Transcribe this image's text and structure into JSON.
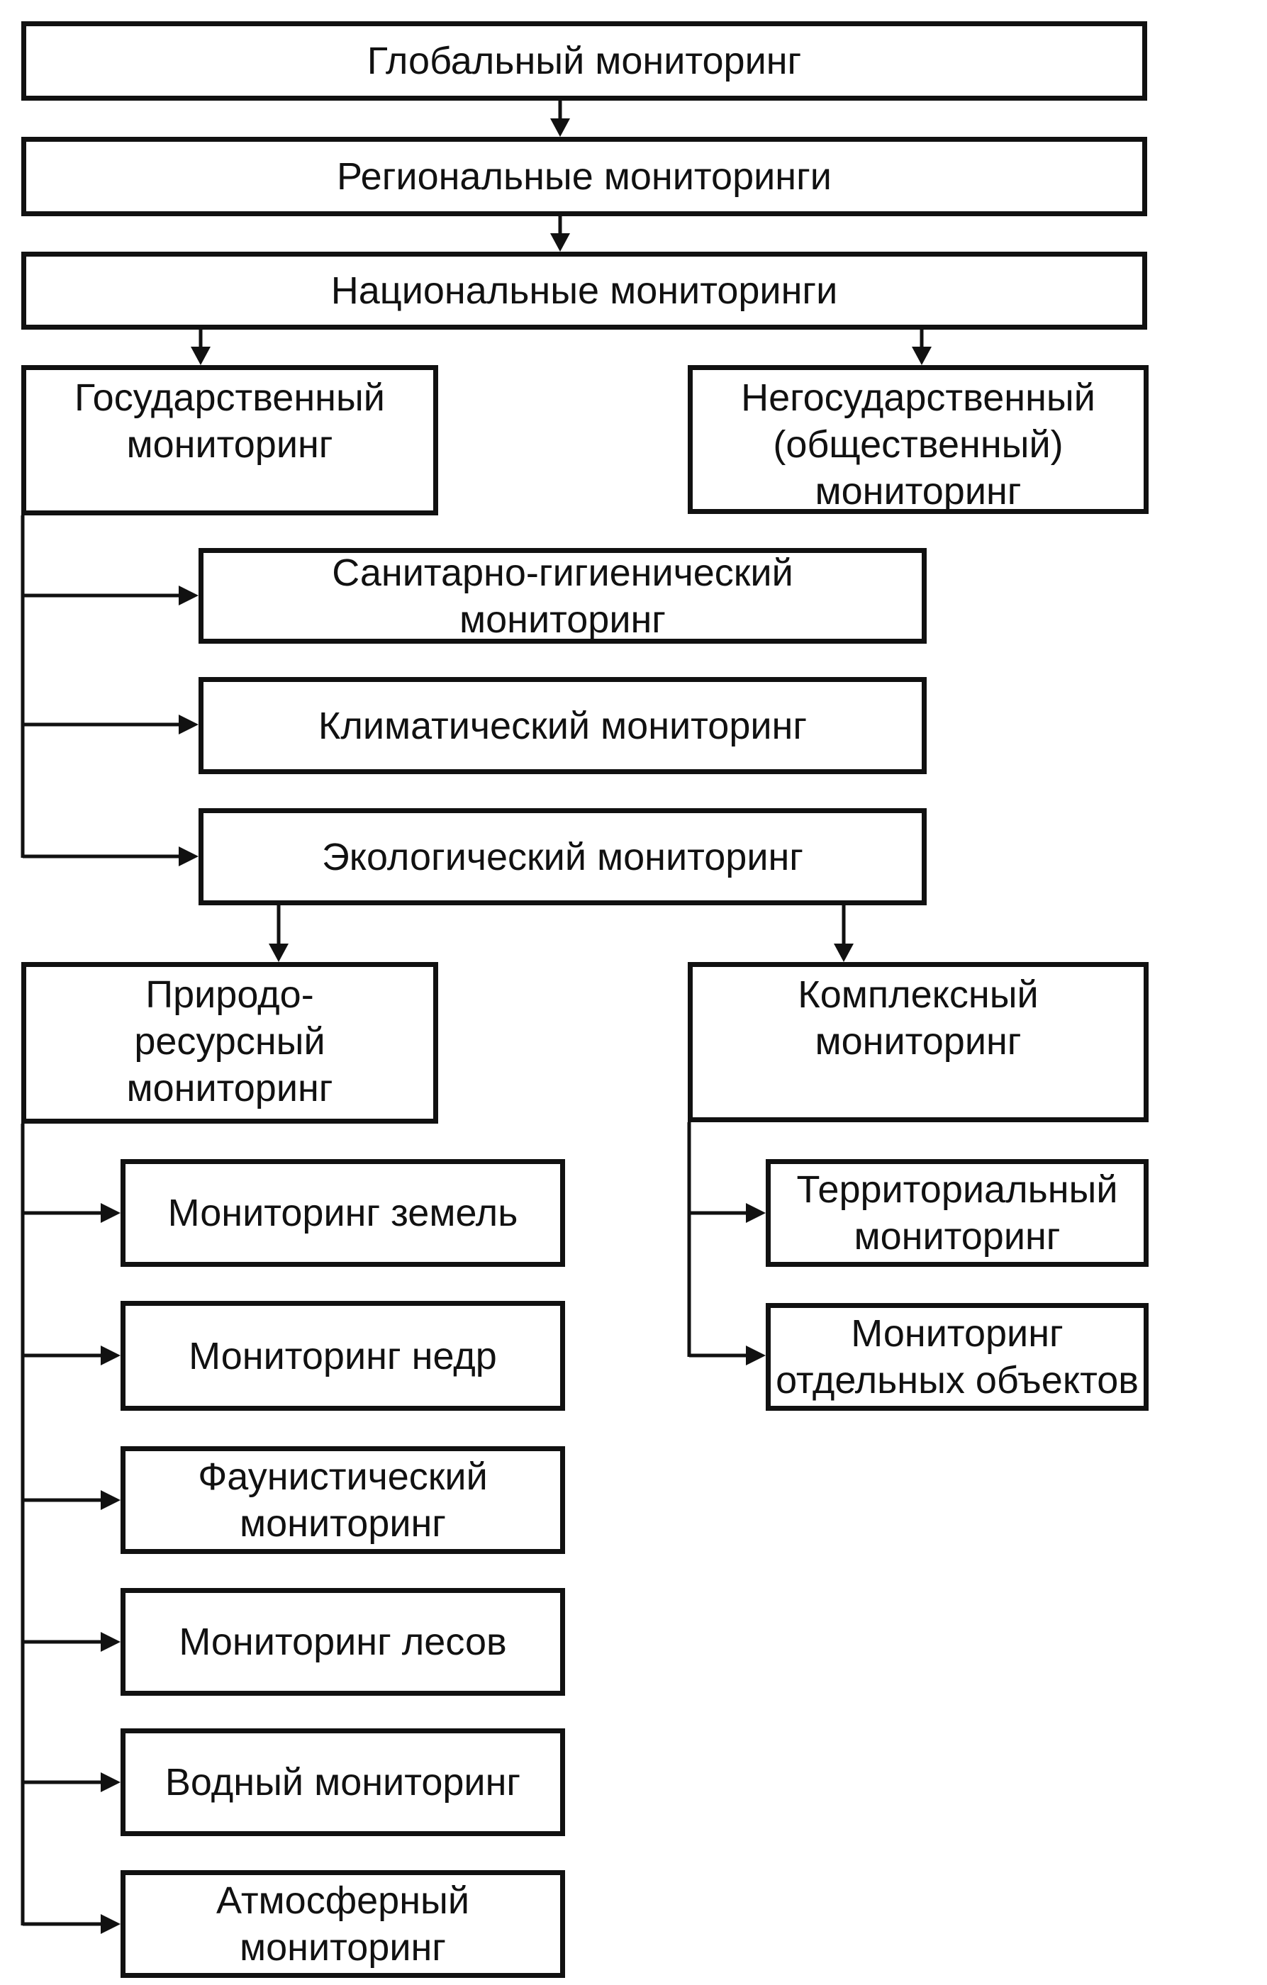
{
  "nodes": {
    "global": "Глобальный мониторинг",
    "regional": "Региональные мониторинги",
    "national": "Национальные мониторинги",
    "state": "Государственный\nмониторинг",
    "nonstate": "Негосударственный\n(общественный)\nмониторинг",
    "sanitary": "Санитарно-гигиенический\nмониторинг",
    "climatic": "Климатический мониторинг",
    "ecological": "Экологический мониторинг",
    "natural_resource": "Природо-\nресурсный\nмониторинг",
    "complex": "Комплексный\nмониторинг",
    "lands": "Мониторинг земель",
    "subsoil": "Мониторинг недр",
    "fauna": "Фаунистический\nмониторинг",
    "forests": "Мониторинг лесов",
    "water": "Водный мониторинг",
    "atmospheric": "Атмосферный\nмониторинг",
    "territorial": "Территориальный\nмониторинг",
    "objects": "Мониторинг\nотдельных объектов"
  }
}
